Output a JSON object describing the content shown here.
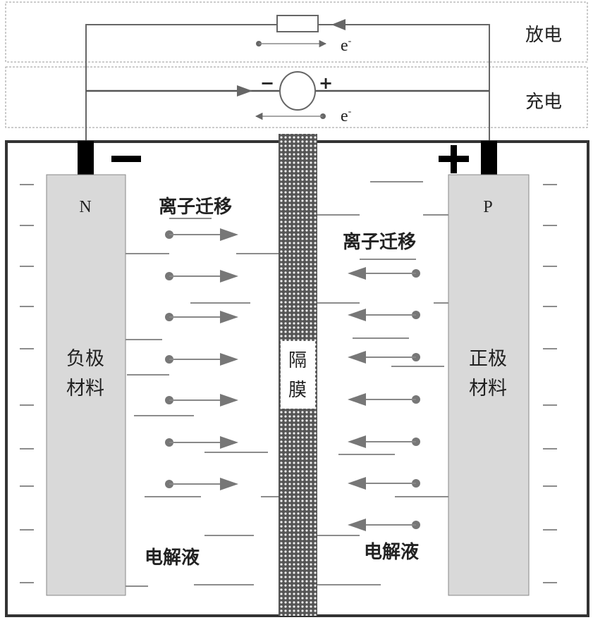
{
  "circuit": {
    "discharge_label": "放电",
    "charge_label": "充电",
    "electron_label": "e",
    "electron_sup": "-",
    "source_minus": "−",
    "source_plus": "+"
  },
  "cell": {
    "negative_sign": "−",
    "positive_sign": "+",
    "negative_electrode": {
      "letter": "N",
      "line1": "负极",
      "line2": "材料"
    },
    "positive_electrode": {
      "letter": "P",
      "line1": "正极",
      "line2": "材料"
    },
    "separator": {
      "line1": "隔",
      "line2": "膜"
    },
    "ion_migration_left": "离子迁移",
    "ion_migration_right": "离子迁移",
    "electrolyte_left": "电解液",
    "electrolyte_right": "电解液"
  },
  "colors": {
    "electrode": "#d9d9d9",
    "wire": "#666666",
    "terminal": "#000000"
  }
}
